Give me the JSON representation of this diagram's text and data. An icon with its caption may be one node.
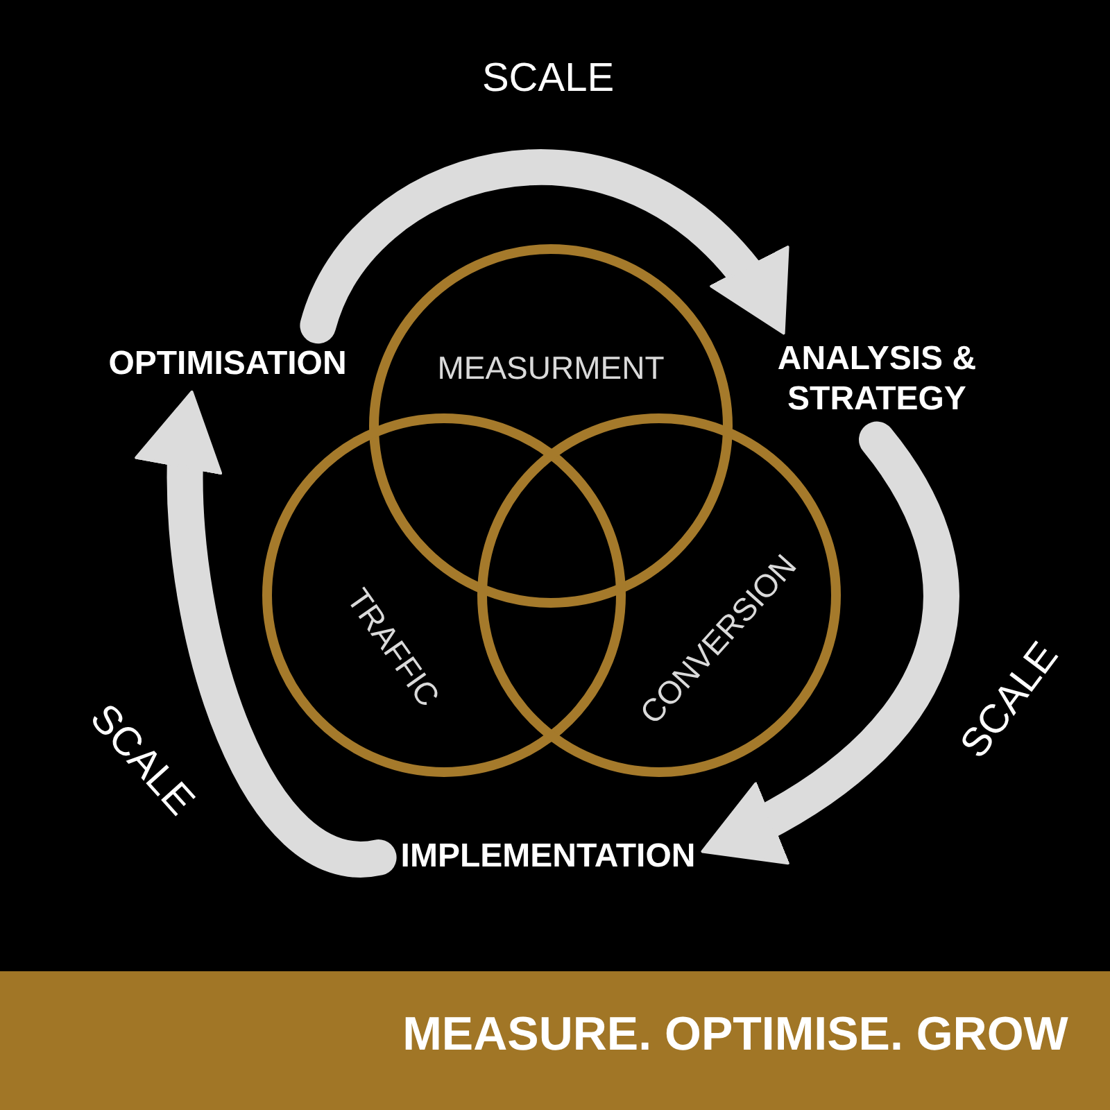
{
  "diagram": {
    "nodes": [
      {
        "text": [
          "OPTIMISATION"
        ]
      },
      {
        "text": [
          "MEASURMENT"
        ]
      },
      {
        "text": [
          "ANALYSIS & STRATEGY"
        ]
      },
      {
        "text": [
          "TRAFFIC"
        ]
      },
      {
        "text": [
          "CONVERSION"
        ]
      },
      {
        "text": [
          "IMPLEMENTATION"
        ]
      },
      {
        "text": [
          "MEASURE. OPTIMISE. GROW"
        ]
      }
    ],
    "edges": [
      {
        "from": 0,
        "to": 2,
        "arrow": "to",
        "label": "SCALE"
      },
      {
        "from": 2,
        "to": 5,
        "arrow": "to",
        "label": "SCALE"
      },
      {
        "from": 5,
        "to": 0,
        "arrow": "to",
        "label": "SCALE"
      }
    ]
  }
}
